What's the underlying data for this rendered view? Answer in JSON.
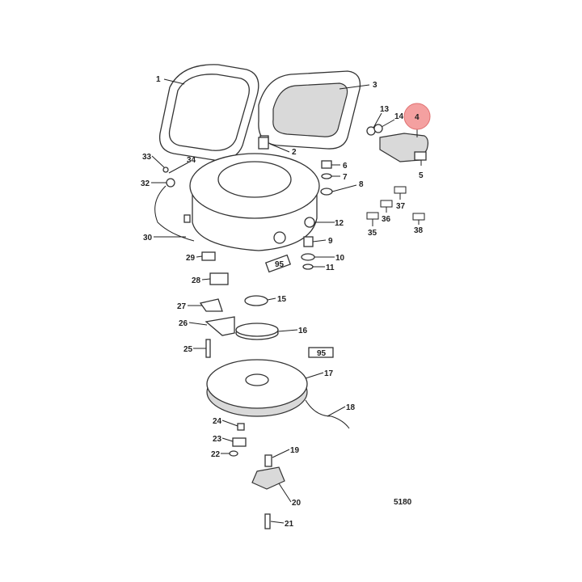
{
  "diagram": {
    "drawing_number": "5180",
    "highlighted_callout": "4",
    "highlight_color": "#f4a0a0",
    "callouts": [
      "1",
      "2",
      "3",
      "4",
      "5",
      "6",
      "7",
      "8",
      "9",
      "10",
      "11",
      "12",
      "13",
      "14",
      "15",
      "16",
      "17",
      "18",
      "19",
      "20",
      "21",
      "22",
      "23",
      "24",
      "25",
      "26",
      "27",
      "28",
      "29",
      "30",
      "32",
      "33",
      "34",
      "35",
      "36",
      "37",
      "38"
    ],
    "tube_labels": [
      "95",
      "95"
    ]
  }
}
